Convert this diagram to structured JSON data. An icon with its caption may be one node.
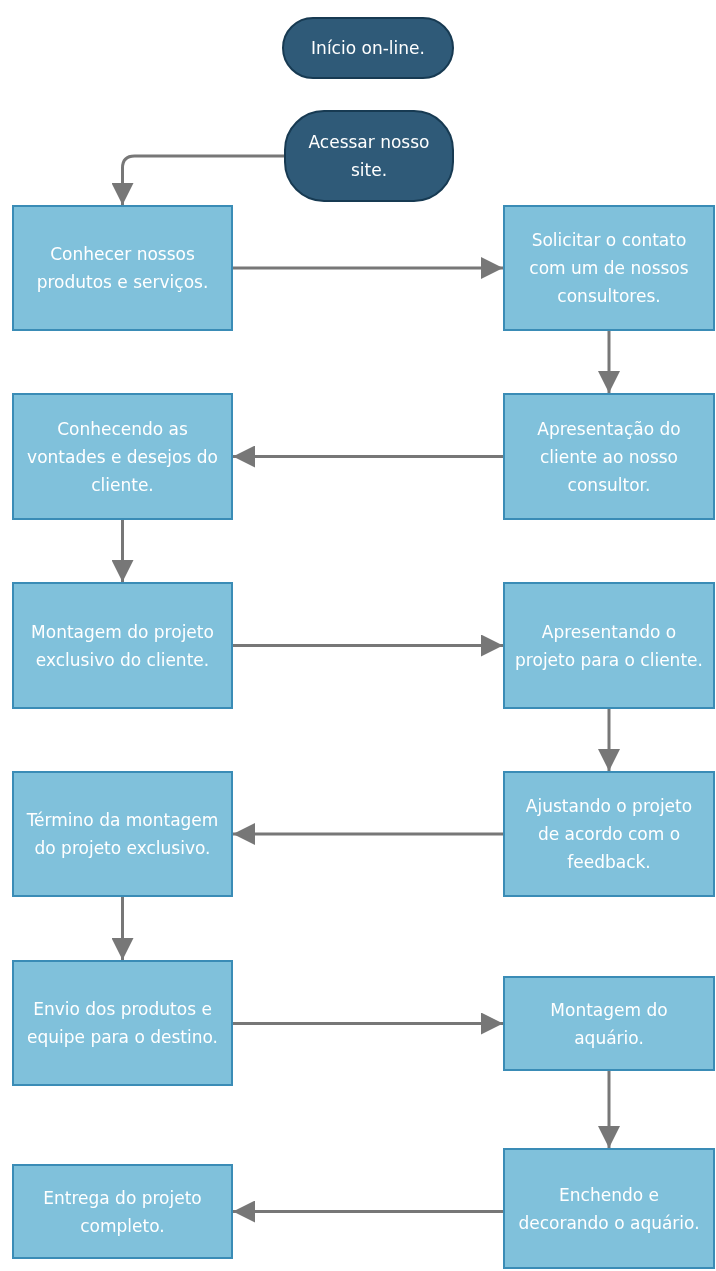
{
  "diagram": {
    "nodes": [
      {
        "text": [
          "Início on-line."
        ]
      },
      {
        "text": [
          "Acessar nosso site."
        ]
      },
      {
        "text": [
          "Conhecer nossos produtos e serviços."
        ]
      },
      {
        "text": [
          "Solicitar o contato com um de nossos consultores."
        ]
      },
      {
        "text": [
          "Apresentação do cliente ao nosso consultor."
        ]
      },
      {
        "text": [
          "Conhecendo as vontades e desejos do cliente."
        ]
      },
      {
        "text": [
          "Montagem do projeto exclusivo do cliente."
        ]
      },
      {
        "text": [
          "Apresentando o projeto para o cliente."
        ]
      },
      {
        "text": [
          "Ajustando o projeto de acordo com o feedback."
        ]
      },
      {
        "text": [
          "Término da montagem do projeto exclusivo."
        ]
      },
      {
        "text": [
          "Envio dos produtos e equipe para o destino."
        ]
      },
      {
        "text": [
          "Montagem do aquário."
        ]
      },
      {
        "text": [
          "Enchendo e decorando o aquário."
        ]
      },
      {
        "text": [
          "Entrega do projeto completo."
        ]
      }
    ],
    "edges": [
      {
        "from": 1,
        "to": 2,
        "arrow": "to"
      },
      {
        "from": 2,
        "to": 3,
        "arrow": "to"
      },
      {
        "from": 3,
        "to": 4,
        "arrow": "to"
      },
      {
        "from": 4,
        "to": 5,
        "arrow": "to"
      },
      {
        "from": 5,
        "to": 6,
        "arrow": "to"
      },
      {
        "from": 6,
        "to": 7,
        "arrow": "to"
      },
      {
        "from": 7,
        "to": 8,
        "arrow": "to"
      },
      {
        "from": 8,
        "to": 9,
        "arrow": "to"
      },
      {
        "from": 9,
        "to": 10,
        "arrow": "to"
      },
      {
        "from": 10,
        "to": 11,
        "arrow": "to"
      },
      {
        "from": 11,
        "to": 12,
        "arrow": "to"
      },
      {
        "from": 12,
        "to": 13,
        "arrow": "to"
      }
    ]
  }
}
